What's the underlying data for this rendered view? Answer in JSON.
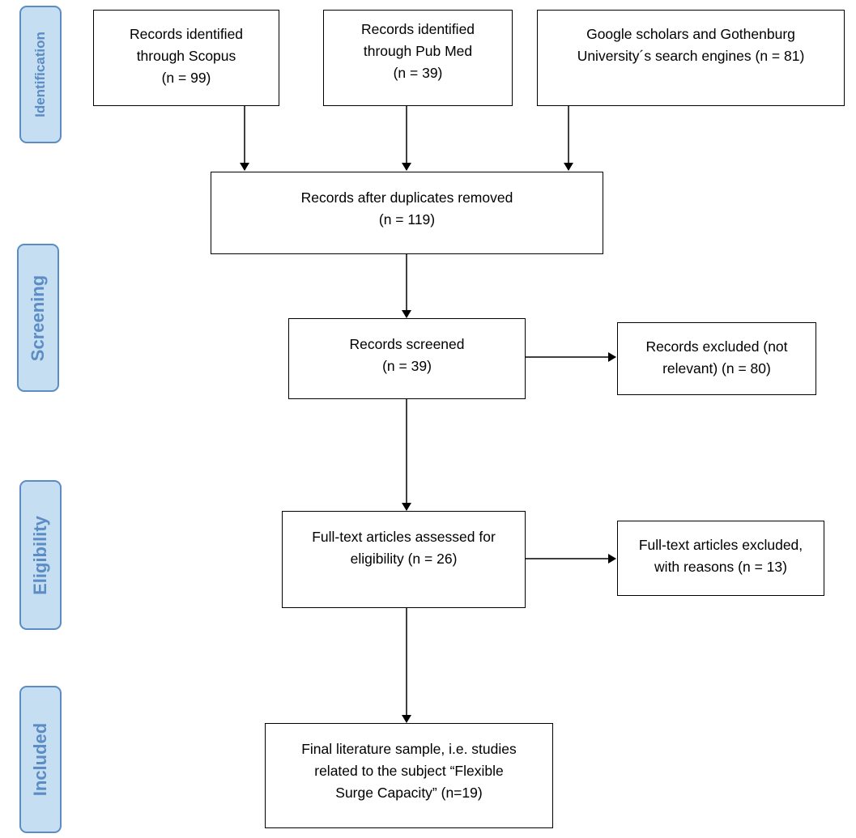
{
  "phases": {
    "identification": "Identification",
    "screening": "Screening",
    "eligibility": "Eligibility",
    "included": "Included"
  },
  "boxes": {
    "scopus": "Records identified\nthrough Scopus\n(n = 99)",
    "pubmed": "Records identified\nthrough Pub Med\n(n = 39)",
    "google": "Google scholars and Gothenburg\nUniversity´s search engines (n = 81)",
    "duplicates": "Records after duplicates removed\n(n = 119)",
    "screened": "Records screened\n(n = 39)",
    "excluded": "Records excluded (not\nrelevant) (n = 80)",
    "fulltext": "Full-text articles assessed for\neligibility (n = 26)",
    "fulltext_excluded": "Full-text articles excluded,\nwith reasons (n = 13)",
    "final": "Final literature sample, i.e. studies\nrelated to the subject “Flexible\nSurge Capacity” (n=19)"
  }
}
